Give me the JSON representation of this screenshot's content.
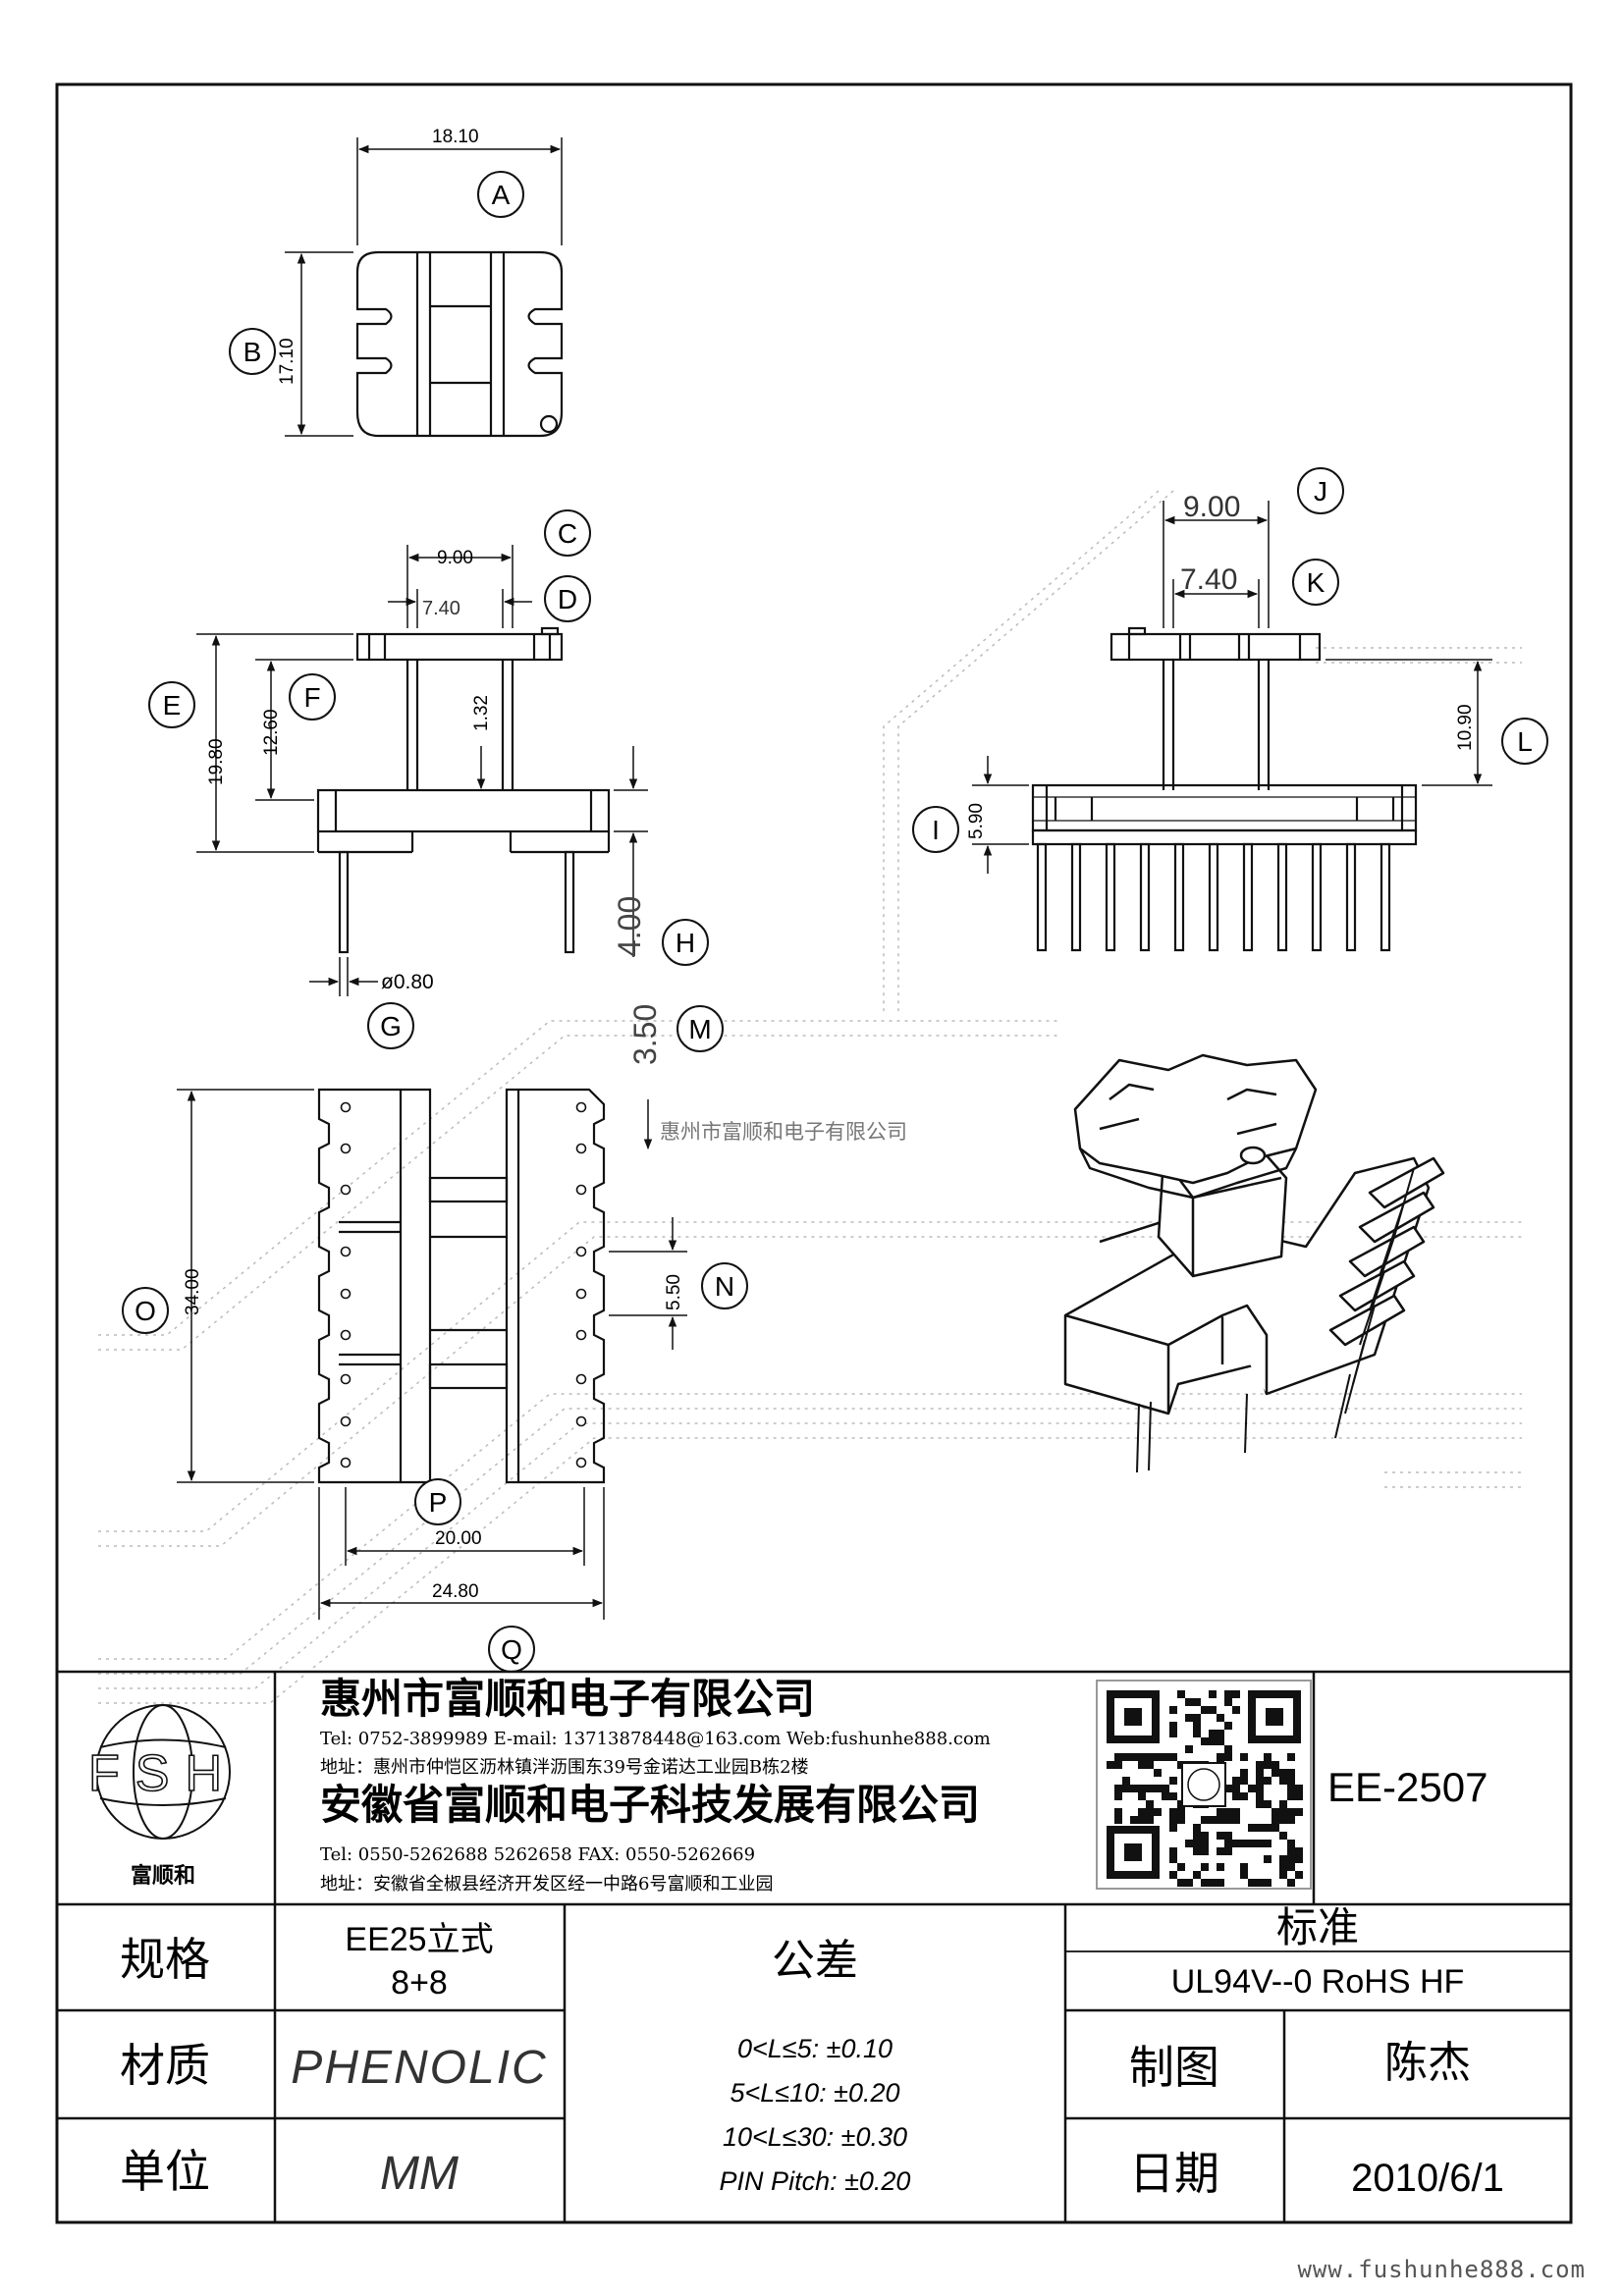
{
  "drawing": {
    "watermark": "惠州市富顺和电子有限公司",
    "views": {
      "top": {
        "dim_width": "18.10",
        "dim_height": "17.10",
        "label_width": "A",
        "label_height": "B"
      },
      "side": {
        "dim_c": "9.00",
        "label_c": "C",
        "dim_d": "7.40",
        "label_d": "D",
        "dim_e": "19.80",
        "label_e": "E",
        "dim_f": "12.60",
        "label_f": "F",
        "dim_flange": "1.32",
        "dim_pin": "ø0.80",
        "label_g": "G",
        "dim_h": "4.00",
        "label_h": "H",
        "dim_m": "3.50",
        "label_m": "M"
      },
      "front": {
        "dim_j": "9.00",
        "label_j": "J",
        "dim_k": "7.40",
        "label_k": "K",
        "dim_l": "10.90",
        "label_l": "L",
        "dim_i": "5.90",
        "label_i": "I"
      },
      "bottom": {
        "dim_o": "34.00",
        "label_o": "O",
        "dim_n": "5.50",
        "label_n": "N",
        "dim_p": "20.00",
        "label_p": "P",
        "dim_q": "24.80",
        "label_q": "Q"
      }
    }
  },
  "title_block": {
    "logo_text": "FSH",
    "logo_caption": "富顺和",
    "company1": {
      "name": "惠州市富顺和电子有限公司",
      "contact": "Tel:  0752-3899989  E-mail: 13713878448@163.com  Web:fushunhe888.com",
      "address": "地址：惠州市仲恺区沥林镇泮沥围东39号金诺达工业园B栋2楼"
    },
    "company2": {
      "name": "安徽省富顺和电子科技发展有限公司",
      "contact": "Tel:   0550-5262688  5262658      FAX:  0550-5262669",
      "address": "地址：安徽省全椒县经济开发区经一中路6号富顺和工业园"
    },
    "part_number": "EE-2507",
    "rows": [
      {
        "label": "规格",
        "value_line1": "EE25立式",
        "value_line2": "8+8"
      },
      {
        "label": "材质",
        "value": "PHENOLIC"
      },
      {
        "label": "单位",
        "value": "MM"
      }
    ],
    "tolerance": {
      "label": "公差",
      "lines": [
        "0<L≤5: ±0.10",
        "5<L≤10: ±0.20",
        "10<L≤30: ±0.30",
        "PIN Pitch: ±0.20"
      ]
    },
    "standard": {
      "label": "标准",
      "value": "UL94V--0  RoHS HF"
    },
    "drawn_by": {
      "label": "制图",
      "value": "陈杰"
    },
    "date": {
      "label": "日期",
      "value": "2010/6/1"
    }
  },
  "footer": {
    "url": "www.fushunhe888.com"
  }
}
